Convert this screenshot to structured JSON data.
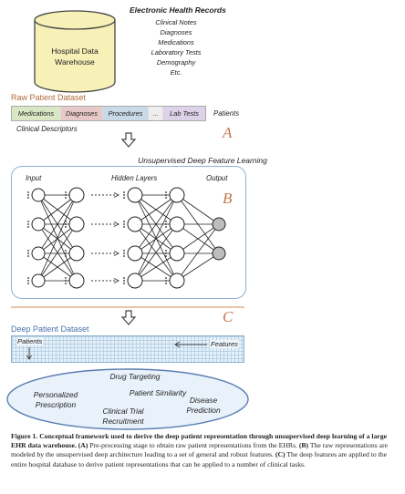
{
  "warehouse": {
    "line1": "Hospital Data",
    "line2": "Warehouse"
  },
  "ehr": {
    "title": "Electronic Health Records",
    "items": [
      "Clinical Notes",
      "Diagnoses",
      "Medications",
      "Laboratory Tests",
      "Demography",
      "Etc."
    ]
  },
  "raw": {
    "title": "Raw Patient Dataset",
    "segments": [
      {
        "label": "Medications",
        "color": "#d9e7c4"
      },
      {
        "label": "Diagnoses",
        "color": "#e7c9c9"
      },
      {
        "label": "Procedures",
        "color": "#c9d9e7"
      },
      {
        "label": "...",
        "color": "#eeeeee"
      },
      {
        "label": "Lab Tests",
        "color": "#ddd2e8"
      }
    ],
    "patients_label": "Patients",
    "descriptors_label": "Clinical Descriptors"
  },
  "section_letters": {
    "a": "A",
    "b": "B",
    "c": "C"
  },
  "unsupervised": {
    "title": "Unsupervised Deep Feature Learning",
    "input_label": "Input",
    "hidden_label": "Hidden Layers",
    "output_label": "Output"
  },
  "deep": {
    "title": "Deep Patient Dataset",
    "patients_label": "Patients",
    "features_label": "Features"
  },
  "applications": {
    "drug_targeting": "Drug Targeting",
    "patient_similarity": "Patient Similarity",
    "personalized": "Personalized",
    "prescription": "Prescription",
    "disease": "Disease",
    "prediction": "Prediction",
    "clinical_trial": "Clinical Trial",
    "recruitment": "Recruitment"
  },
  "caption": {
    "bold": "Figure 1.  Conceptual framework used to derive the deep patient representation through unsupervised deep learning of a large EHR data warehouse.",
    "a_tag": "(A)",
    "a_text": " Pre-processing stage to obtain raw patient representations from the EHRs.",
    "b_tag": "(B)",
    "b_text": " The raw representations are modeled by the unsupervised deep architecture leading to a set of general and robust features.",
    "c_tag": "(C)",
    "c_text": " The deep features are applied to the entire hospital database to derive patient representations that can be applied to a number of clinical tasks."
  }
}
